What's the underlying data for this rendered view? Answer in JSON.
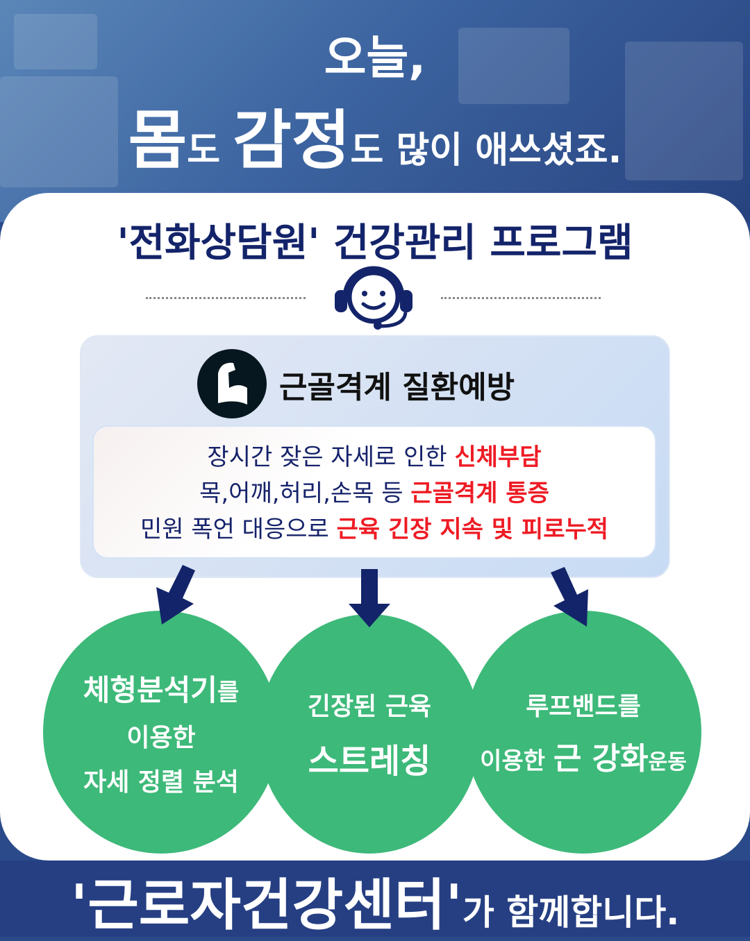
{
  "header": {
    "line1": "오늘,",
    "line2": {
      "w1": "몸",
      "p1": "도 ",
      "w2": "감정",
      "rest": "도 많이 애쓰셨죠."
    }
  },
  "program_title": "'전화상담원' 건강관리 프로그램",
  "panel": {
    "title": "근골격계 질환예방",
    "lines": [
      {
        "normal": "장시간 잦은 자세로 인한 ",
        "highlight": "신체부담"
      },
      {
        "normal": "목,어깨,허리,손목 등 ",
        "highlight": "근골격계 통증"
      },
      {
        "normal": "민원 폭언 대응으로 ",
        "highlight": "근육 긴장 지속 및 피로누적"
      }
    ]
  },
  "programs": [
    {
      "a": "체형분석기",
      "a2": "를",
      "b": "이용한",
      "c": "자세 정렬 분석"
    },
    {
      "a": "긴장된 근육",
      "b": "스트레칭"
    },
    {
      "a": "루프밴드를",
      "b1": "이용한 ",
      "b2": "근 강화",
      "b3": "운동"
    }
  ],
  "footer": {
    "center": "'근로자건강센터'",
    "rest": "가 함께합니다."
  },
  "colors": {
    "navy": "#14246a",
    "red": "#ee1b24",
    "green": "#3db979",
    "footer": "#263f83"
  }
}
